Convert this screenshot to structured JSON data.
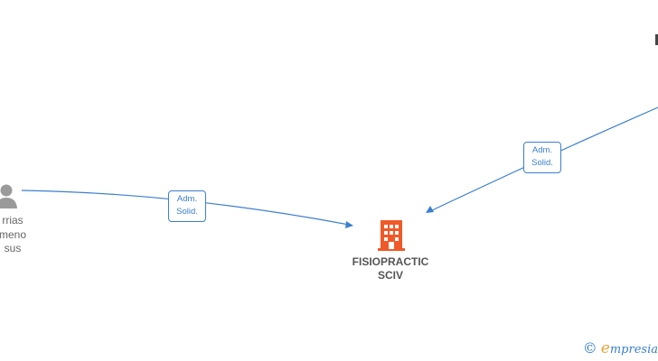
{
  "company": {
    "name_line1": "FISIOPRACTIC",
    "name_line2": "SCIV",
    "icon": "building-icon",
    "color": "#f05a28"
  },
  "persons": [
    {
      "icon": "person-icon",
      "name_lines": [
        "rrias",
        "meno",
        "sus"
      ]
    }
  ],
  "relations": [
    {
      "label_line1": "Adm.",
      "label_line2": "Solid."
    },
    {
      "label_line1": "Adm.",
      "label_line2": "Solid."
    }
  ],
  "colors": {
    "edge": "#3a7fd0",
    "person": "#9a9a9a",
    "building": "#f05a28"
  },
  "brand": {
    "copyright_symbol": "©",
    "first_letter": "e",
    "rest": "mpresia"
  }
}
